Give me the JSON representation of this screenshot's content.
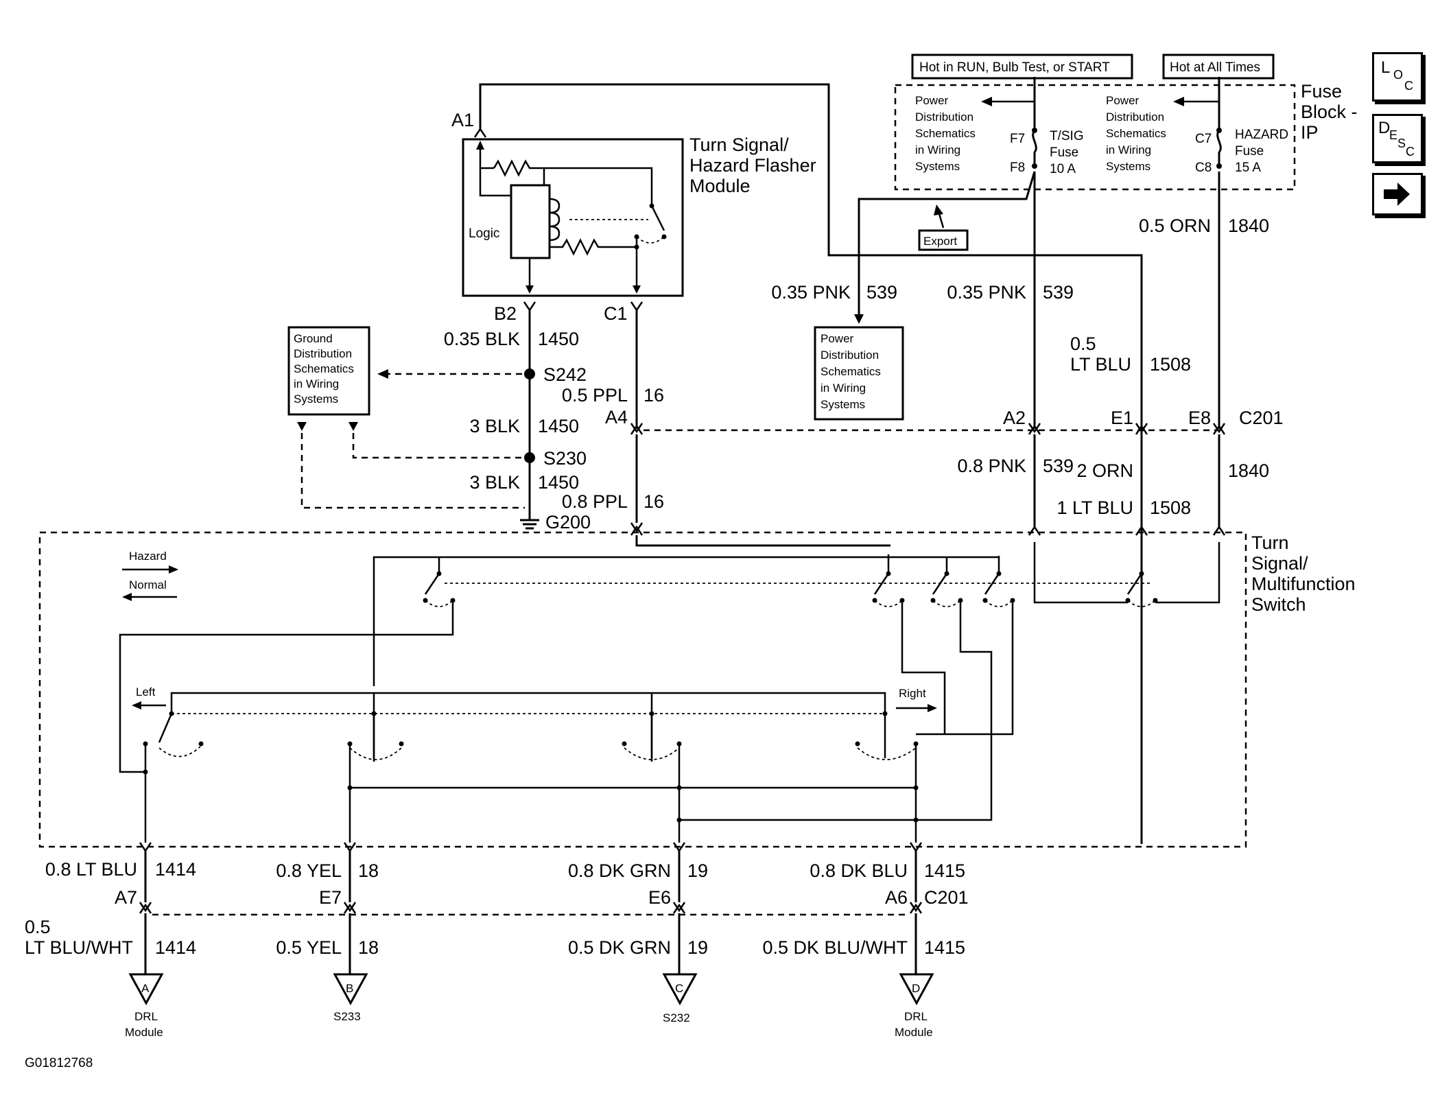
{
  "navigation": {
    "loc": {
      "first": "L",
      "second": "O",
      "third": "C"
    },
    "desc": {
      "first": "D",
      "second": "E",
      "third": "S",
      "fourth": "C"
    },
    "next_icon": "arrow-right-icon"
  },
  "headers": {
    "hot_run": "Hot in RUN, Bulb Test, or START",
    "hot_all_times": "Hot at All Times"
  },
  "fuse_block": {
    "title_line1": "Fuse",
    "title_line2": "Block -",
    "title_line3": "IP",
    "pd_left": [
      "Power",
      "Distribution",
      "Schematics",
      "in Wiring",
      "Systems"
    ],
    "pd_right": [
      "Power",
      "Distribution",
      "Schematics",
      "in Wiring",
      "Systems"
    ],
    "f7": "F7",
    "f8": "F8",
    "tsig_fuse": [
      "T/SIG",
      "Fuse",
      "10 A"
    ],
    "c7": "C7",
    "c8": "C8",
    "hazard_fuse": [
      "HAZARD",
      "Fuse",
      "15 A"
    ]
  },
  "export_label": "Export",
  "flasher": {
    "title": [
      "Turn Signal/",
      "Hazard Flasher",
      "Module"
    ],
    "logic": "Logic",
    "a1": "A1",
    "b2": "B2",
    "c1": "C1"
  },
  "ground_box": [
    "Ground",
    "Distribution",
    "Schematics",
    "in Wiring",
    "Systems"
  ],
  "power_box": [
    "Power",
    "Distribution",
    "Schematics",
    "in Wiring",
    "Systems"
  ],
  "wires": {
    "w_035blk": "0.35 BLK",
    "c_1450a": "1450",
    "s242": "S242",
    "w_05ppl": "0.5 PPL",
    "c_16a": "16",
    "a4": "A4",
    "w_3blk_a": "3 BLK",
    "c_1450b": "1450",
    "s230": "S230",
    "w_3blk_b": "3 BLK",
    "c_1450c": "1450",
    "w_08ppl": "0.8 PPL",
    "c_16b": "16",
    "g200": "G200",
    "w_035pnk_a": "0.35 PNK",
    "c_539a": "539",
    "w_035pnk_b": "0.35 PNK",
    "c_539b": "539",
    "w_05orn": "0.5 ORN",
    "c_1840a": "1840",
    "w_05": "0.5",
    "w_ltblu": "LT BLU",
    "c_1508a": "1508",
    "a2": "A2",
    "e1": "E1",
    "e8": "E8",
    "c201_top": "C201",
    "w_08pnk": "0.8 PNK",
    "c_539c": "539",
    "w_2orn": "2 ORN",
    "c_1840b": "1840",
    "w_1ltblu": "1 LT BLU",
    "c_1508b": "1508"
  },
  "switch": {
    "title": [
      "Turn",
      "Signal/",
      "Multifunction",
      "Switch"
    ],
    "hazard": "Hazard",
    "normal": "Normal",
    "left": "Left",
    "right": "Right"
  },
  "bottom": {
    "w_08ltblu": "0.8 LT BLU",
    "c_1414a": "1414",
    "w_08yel": "0.8 YEL",
    "c_18a": "18",
    "w_08dkgrn": "0.8 DK GRN",
    "c_19a": "19",
    "w_08dkblu": "0.8 DK BLU",
    "c_1415a": "1415",
    "a7": "A7",
    "e7": "E7",
    "e6": "E6",
    "a6": "A6",
    "c201_bottom": "C201",
    "w_05a": "0.5",
    "w_ltbluwht": "LT BLU/WHT",
    "c_1414b": "1414",
    "w_05yel": "0.5 YEL",
    "c_18b": "18",
    "w_05dkgrn": "0.5 DK GRN",
    "c_19b": "19",
    "w_05dkbluwht": "0.5 DK BLU/WHT",
    "c_1415b": "1415",
    "tri_a": "A",
    "tri_b": "B",
    "tri_c": "C",
    "tri_d": "D",
    "dest_a": [
      "DRL",
      "Module"
    ],
    "dest_b": "S233",
    "dest_c": "S232",
    "dest_d": [
      "DRL",
      "Module"
    ]
  },
  "figure_id": "G01812768"
}
